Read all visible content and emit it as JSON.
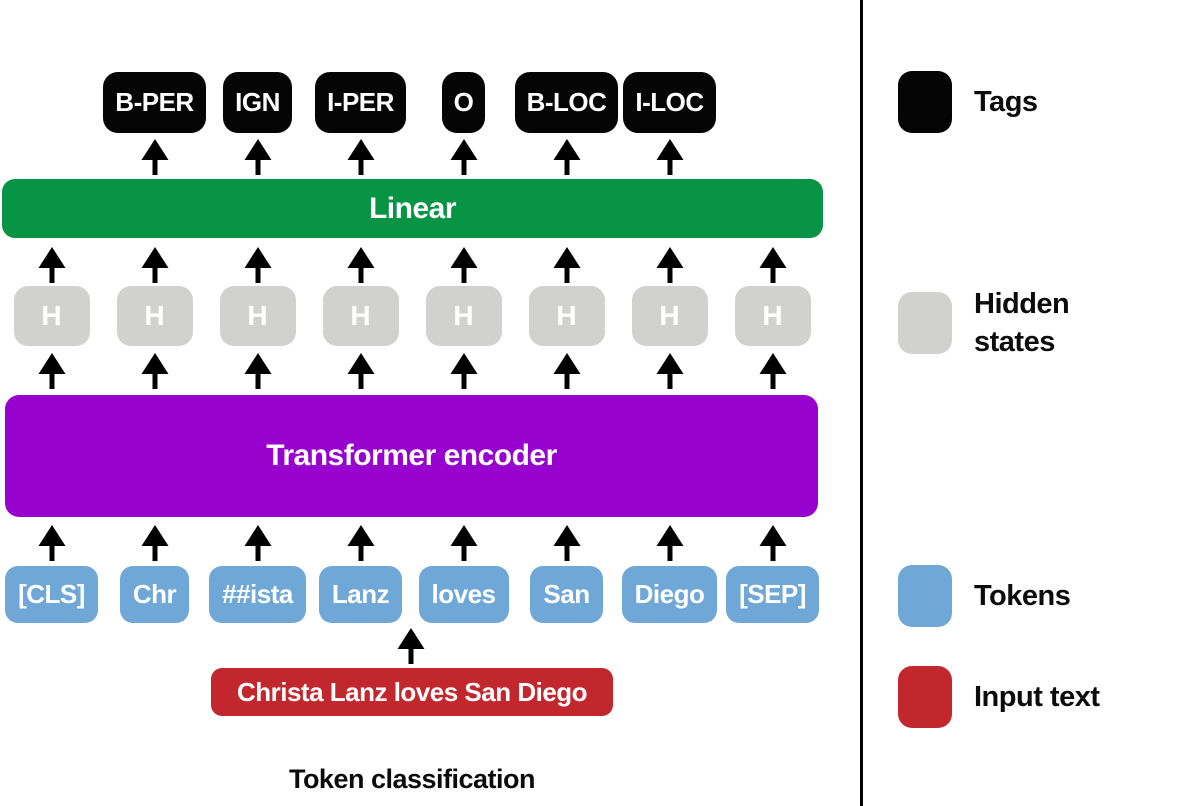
{
  "diagram": {
    "caption": "Token classification",
    "linear_label": "Linear",
    "encoder_label": "Transformer encoder",
    "input_text": "Christa Lanz loves San Diego",
    "hidden_label": "H",
    "tags": [
      "B-PER",
      "IGN",
      "I-PER",
      "O",
      "B-LOC",
      "I-LOC"
    ],
    "tokens": [
      "[CLS]",
      "Chr",
      "##ista",
      "Lanz",
      "loves",
      "San",
      "Diego",
      "[SEP]"
    ]
  },
  "legend": {
    "items": [
      {
        "label": "Tags",
        "color": "#050505"
      },
      {
        "label": "Hidden states",
        "color": "#d1d1cf"
      },
      {
        "label": "Tokens",
        "color": "#6fa8d6"
      },
      {
        "label": "Input text",
        "color": "#c1272d"
      }
    ]
  },
  "colors": {
    "tag_box": "#050505",
    "linear_bar": "#089445",
    "hidden_box": "#d1d1cf",
    "encoder_box": "#9702ce",
    "token_box": "#6fa8d6",
    "input_box": "#c1272d",
    "arrow": "#000000",
    "divider": "#000000"
  }
}
